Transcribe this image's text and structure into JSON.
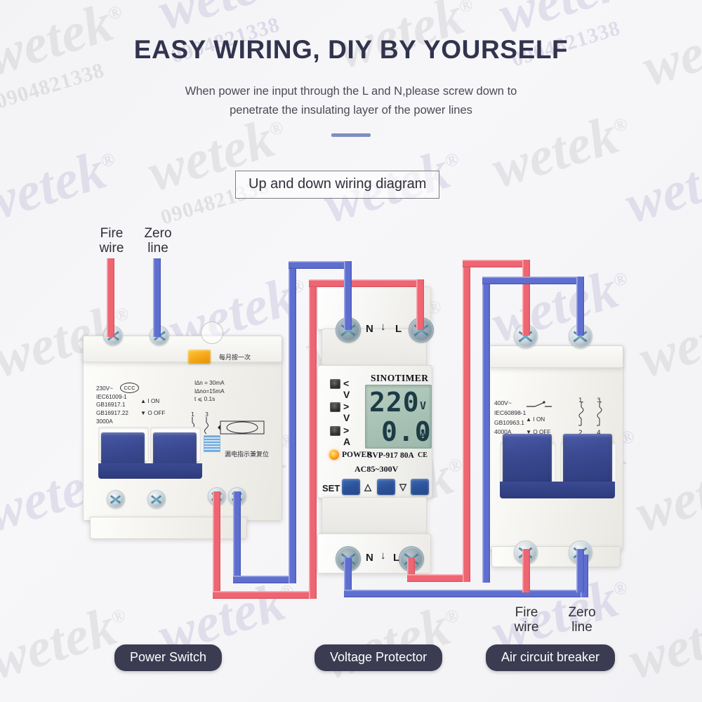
{
  "header": {
    "title": "EASY WIRING, DIY BY YOURSELF",
    "subtitle_line1": "When power ine input through the L and N,please screw down to",
    "subtitle_line2": "penetrate the insulating layer of the power lines",
    "diagram_title": "Up and down wiring diagram",
    "divider_color": "#7f8fbf"
  },
  "watermark": {
    "brand": "wetek",
    "phone": "0904821338",
    "registered_mark": "®"
  },
  "wire_labels": {
    "top_fire_line1": "Fire",
    "top_fire_line2": "wire",
    "top_zero_line1": "Zero",
    "top_zero_line2": "line",
    "bottom_fire_line1": "Fire",
    "bottom_fire_line2": "wire",
    "bottom_zero_line1": "Zero",
    "bottom_zero_line2": "line"
  },
  "colors": {
    "fire_wire": "#ef6572",
    "zero_wire": "#5f6fd0",
    "toggle_blue": "#3b4a92",
    "caption_bg": "#3b3b52",
    "title_color": "#32344e",
    "lcd_bg": "#a9c3b6",
    "lcd_text": "#1d3b44",
    "button_blue": "#2d559c",
    "test_button": "#f5a818"
  },
  "power_switch": {
    "caption": "Power Switch",
    "spec_lines": [
      "230V~",
      "IEC61009-1",
      "GB16917.1",
      "GB16917.22",
      "3000A"
    ],
    "cert_mark": "CCC",
    "on_label": "I ON",
    "off_label": "O OFF",
    "rcd_lines": [
      "I∆n = 30mA",
      "I∆no=15mA",
      "t   ⩽  0.1s"
    ],
    "test_note": "每月按一次",
    "reset_note": "漏电指示兼复位",
    "terminal_numbers": [
      "1",
      "3"
    ]
  },
  "voltage_protector": {
    "caption": "Voltage Protector",
    "brand": "SINOTIMER",
    "model": "SVP-917",
    "current_rating": "80A",
    "ce_mark": "CE",
    "voltage_range": "AC85~300V",
    "display_voltage": "220",
    "display_voltage_unit": "V",
    "display_current": "0.0",
    "display_current_unit": "A",
    "indicators": [
      "< V",
      "> V",
      "> A"
    ],
    "power_label": "POWER",
    "buttons": {
      "set_label": "SET",
      "up_label": "△",
      "down_label": "▽"
    },
    "terminals_top": {
      "neutral": "N",
      "live": "L"
    },
    "terminals_bottom": {
      "neutral": "N",
      "live": "L"
    }
  },
  "air_circuit_breaker": {
    "caption": "Air circuit breaker",
    "spec_lines": [
      "400V~",
      "IEC60898-1",
      "GB10963.1",
      "4000A"
    ],
    "on_label": "I ON",
    "off_label": "O OFF",
    "terminal_top": [
      "1",
      "3"
    ],
    "terminal_bottom": [
      "2",
      "4"
    ]
  }
}
